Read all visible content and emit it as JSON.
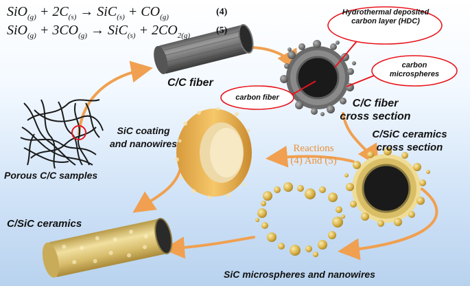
{
  "equations": [
    {
      "text": "SiO(g) + 2C(s) → SiC(s) + CO(g)",
      "number": "(4)"
    },
    {
      "text": "SiO(g) + 3CO(g) → SiC(s) + 2CO2(g)",
      "number": "(5)"
    }
  ],
  "labels": {
    "cc_fiber": "C/C fiber",
    "cc_fiber_cross_section": "C/C fiber\ncross section",
    "csic_cross_section": "C/SiC ceramics\ncross section",
    "sic_coating_nanowires": "SiC coating\nand nanowires",
    "porous_cc": "Porous C/C samples",
    "csic_ceramics": "C/SiC ceramics",
    "sic_microspheres": "SiC microspheres and nanowires",
    "reactions": "Reactions\n(4) And (5)"
  },
  "callouts": {
    "hdc": "Hydrothermal deposited\ncarbon layer (HDC)",
    "microspheres": "carbon\nmicrospheres",
    "carbon_fiber": "carbon fiber"
  },
  "colors": {
    "arrow": "#f0a050",
    "callout_outline": "#e8141c",
    "sic_gold": "#e3ba55",
    "carbon_grey": "#6a6a6a"
  }
}
